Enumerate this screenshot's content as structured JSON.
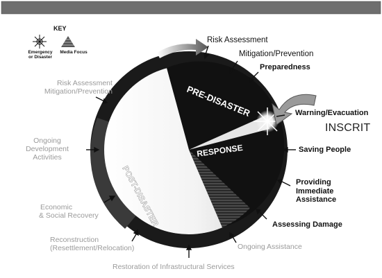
{
  "key": {
    "title": "KEY",
    "emergency_label_line1": "Emergency",
    "emergency_label_line2": "or Disaster",
    "media_label": "Media Focus"
  },
  "wheel": {
    "pre_disaster": "PRE-DISASTER",
    "post_disaster": "POST-DISASTER",
    "response": "RESPONSE"
  },
  "labels_dark": {
    "risk_assessment": "Risk Assessment",
    "mitigation_prevention": "Mitigation/Prevention",
    "preparedness": "Preparedness",
    "warning_evacuation": "Warning/Evacuation",
    "saving_people": "Saving People",
    "providing_line1": "Providing",
    "providing_line2": "Immediate",
    "providing_line3": "Assistance",
    "assessing_damage": "Assessing Damage"
  },
  "labels_light": {
    "risk_assessment_line1": "Risk Assessment",
    "mitigation_prevention": "Mitigation/Prevention",
    "ongoing_line1": "Ongoing",
    "ongoing_line2": "Development",
    "ongoing_line3": "Activities",
    "economic_line1": "Economic",
    "economic_line2": "& Social Recovery",
    "reconstruction_line1": "Reconstruction",
    "reconstruction_line2": "(Resettlement/Relocation)",
    "ongoing_assistance": "Ongoing Assistance",
    "restoration": "Restoration of Infrastructural Services"
  },
  "stamp": "INSCRIT",
  "colors": {
    "header_bar": "#6e6e6e",
    "ring": "#1a1a1a",
    "dark_label": "#111111",
    "light_label": "#9a9a9a"
  }
}
